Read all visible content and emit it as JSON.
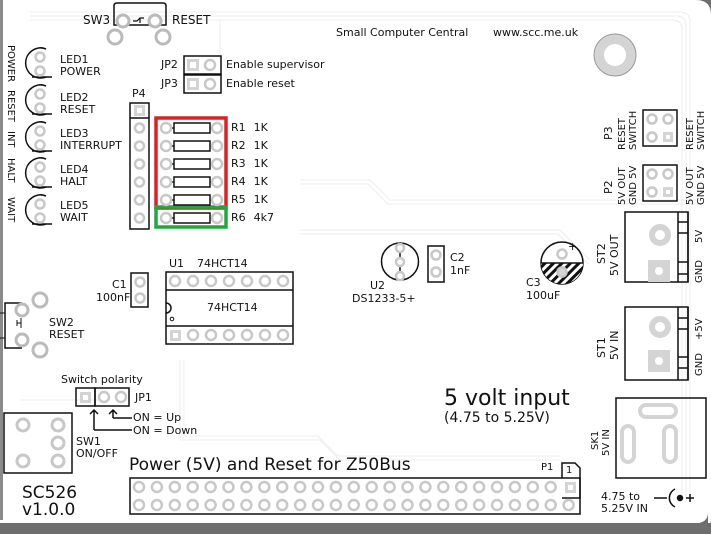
{
  "board": {
    "name": "SC526",
    "version": "v1.0.0",
    "brand": "Small Computer Central",
    "website": "www.scc.me.uk",
    "title": "Power (5V) and Reset for Z50Bus",
    "input_title": "5 volt input",
    "input_range": "(4.75 to 5.25V)",
    "colors": {
      "board": "#ffffff",
      "edge": "#6e6e6e",
      "pad": "#d4d4d4",
      "silk": "#111111",
      "highlight_red": "#e02020",
      "highlight_green": "#1fa83c"
    }
  },
  "switches": {
    "sw3": {
      "ref": "SW3",
      "label": "RESET"
    },
    "sw2": {
      "ref": "SW2",
      "label": "RESET"
    },
    "sw1": {
      "ref": "SW1",
      "label": "ON/OFF"
    }
  },
  "leds": [
    {
      "ref": "LED1",
      "label": "POWER",
      "edge_label": "POWER"
    },
    {
      "ref": "LED2",
      "label": "RESET",
      "edge_label": "RESET"
    },
    {
      "ref": "LED3",
      "label": "INTERRUPT",
      "edge_label": "INT"
    },
    {
      "ref": "LED4",
      "label": "HALT",
      "edge_label": "HALT"
    },
    {
      "ref": "LED5",
      "label": "WAIT",
      "edge_label": "WAIT"
    }
  ],
  "jumpers": {
    "jp2": {
      "ref": "JP2",
      "label": "Enable supervisor"
    },
    "jp3": {
      "ref": "JP3",
      "label": "Enable reset"
    },
    "jp1": {
      "ref": "JP1",
      "title": "Switch polarity",
      "opt_up": "ON = Up",
      "opt_down": "ON = Down"
    }
  },
  "p4": {
    "ref": "P4"
  },
  "resistors": [
    {
      "ref": "R1",
      "value": "1K"
    },
    {
      "ref": "R2",
      "value": "1K"
    },
    {
      "ref": "R3",
      "value": "1K"
    },
    {
      "ref": "R4",
      "value": "1K"
    },
    {
      "ref": "R5",
      "value": "1K"
    },
    {
      "ref": "R6",
      "value": "4k7"
    }
  ],
  "caps": {
    "c1": {
      "ref": "C1",
      "value": "100nF"
    },
    "c2": {
      "ref": "C2",
      "value": "1nF"
    },
    "c3": {
      "ref": "C3",
      "value": "100uF",
      "polarity": "+"
    }
  },
  "u1": {
    "ref": "U1",
    "part": "74HCT14",
    "body_label": "74HCT14"
  },
  "u2": {
    "ref": "U2",
    "part": "DS1233-5+"
  },
  "p3": {
    "ref": "P3",
    "left_label": "RESET SWITCH",
    "right_label": "RESET SWITCH"
  },
  "p2": {
    "ref": "P2",
    "left_line1": "5V OUT",
    "left_line2": "GND 5V",
    "right_line1": "5V OUT",
    "right_line2": "GND 5V"
  },
  "st2": {
    "ref": "ST2",
    "label": "5V OUT",
    "pin1": "5V",
    "pin2": "GND"
  },
  "st1": {
    "ref": "ST1",
    "label": "5V IN",
    "pin1": "+5V",
    "pin2": "GND"
  },
  "sk1": {
    "ref": "SK1",
    "label": "5V IN",
    "note_line1": "4.75 to",
    "note_line2": "5.25V IN",
    "polarity_symbol": "−(•+"
  },
  "p1": {
    "ref": "P1",
    "pin1_label": "1"
  }
}
